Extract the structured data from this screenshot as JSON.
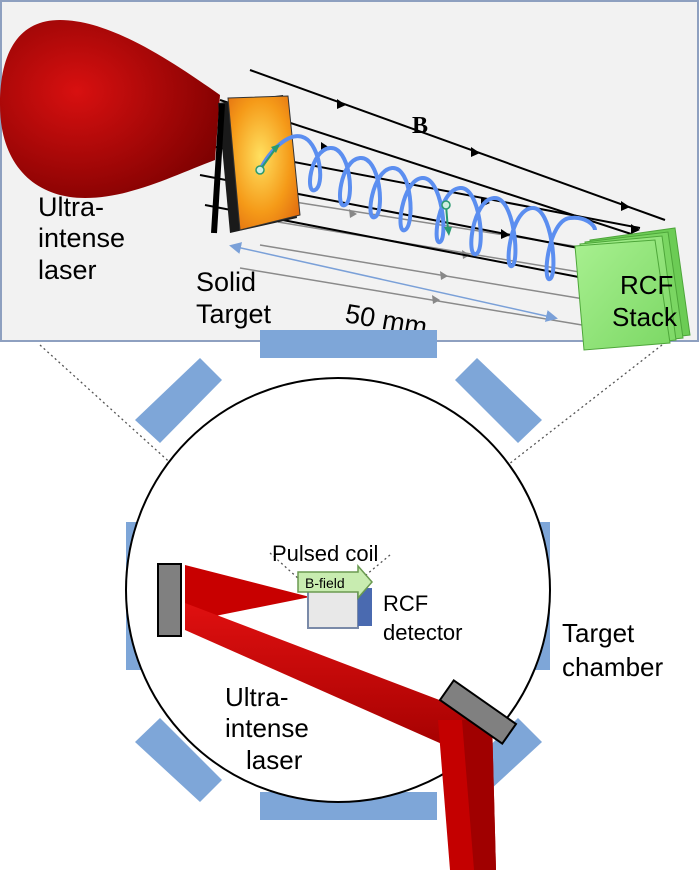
{
  "top_panel": {
    "labels": {
      "laser_line1": "Ultra-",
      "laser_line2": "intense",
      "laser_line3": "laser",
      "target_line1": "Solid",
      "target_line2": "Target",
      "field": "B",
      "distance": "50 mm",
      "rcf_line1": "RCF",
      "rcf_line2": "Stack"
    }
  },
  "chamber": {
    "labels": {
      "coil": "Pulsed coil",
      "field": "B-field",
      "rcf_line1": "RCF",
      "rcf_line2": "detector",
      "chamber_line1": "Target",
      "chamber_line2": "chamber",
      "laser_line1": "Ultra-",
      "laser_line2": "intense",
      "laser_line3": "laser"
    }
  },
  "colors": {
    "laser": "#c40000",
    "panel_bg": "#f2f2f2",
    "panel_border": "#8ea0c0",
    "helix": "#5b8ef0",
    "rcf": "#8ee07a",
    "port": "#7ea6d8",
    "target": "#f08a10"
  }
}
